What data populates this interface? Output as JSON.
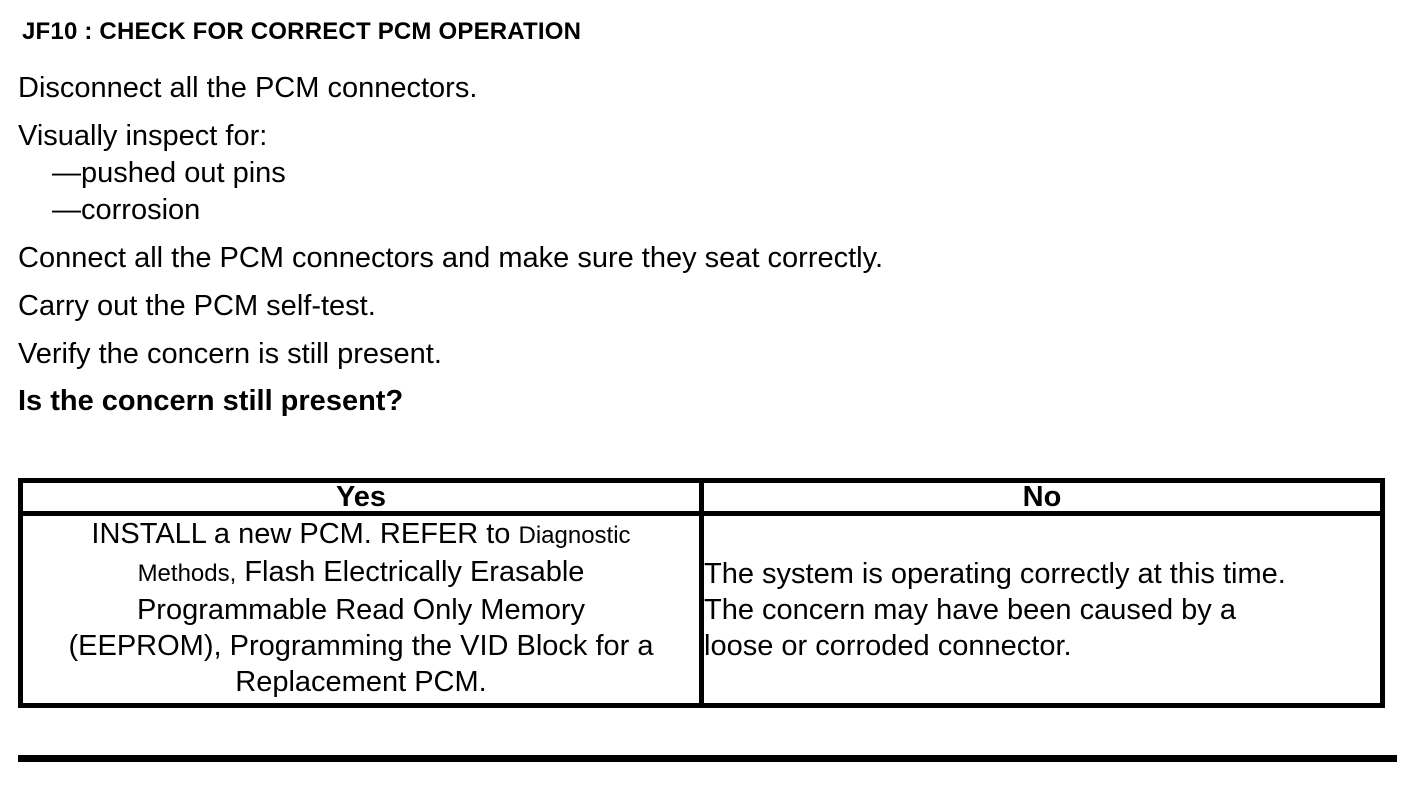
{
  "page": {
    "title": "JF10 : CHECK FOR CORRECT PCM OPERATION"
  },
  "procedure": {
    "step_disconnect": "Disconnect all the PCM connectors.",
    "inspect_heading": "Visually inspect for:",
    "inspect_items": [
      "—pushed out pins",
      "—corrosion"
    ],
    "step_connect": "Connect all the PCM connectors and make sure they seat correctly.",
    "step_selftest": "Carry out the PCM self-test.",
    "step_verify": "Verify the concern is still present.",
    "question": "Is the concern still present?"
  },
  "decision_table": {
    "yes_header": "Yes",
    "no_header": "No",
    "yes_lines": [
      [
        {
          "t": "INSTALL a new PCM. REFER to "
        },
        {
          "t": "Diagnostic",
          "small": true
        }
      ],
      [
        {
          "t": "Methods,",
          "small": true
        },
        {
          "t": " Flash Electrically Erasable"
        }
      ],
      [
        {
          "t": "Programmable Read Only Memory"
        }
      ],
      [
        {
          "t": "(EEPROM), Programming the VID Block for a"
        }
      ],
      [
        {
          "t": "Replacement PCM."
        }
      ]
    ],
    "no_lines": [
      [
        {
          "t": "The system is operating correctly at this time."
        }
      ],
      [
        {
          "t": "The concern may have been caused by a"
        }
      ],
      [
        {
          "t": "loose or corroded connector."
        }
      ]
    ]
  },
  "colors": {
    "ink": "#000000",
    "paper": "#ffffff"
  }
}
